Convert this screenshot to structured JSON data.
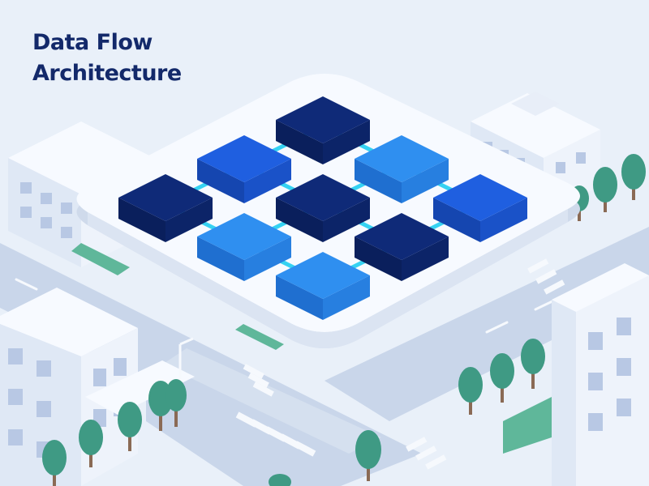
{
  "title": {
    "line1": "Data Flow",
    "line2": "Architecture"
  },
  "colors": {
    "background": "#e9f0f9",
    "road": "#c9d6ea",
    "platform": "#f7faff",
    "block_dark": "#0f2a78",
    "block_mid": "#1f5fe0",
    "block_light": "#2f8ff0",
    "connector": "#35d2f2",
    "tree": "#3f9a84",
    "title": "#13296a"
  },
  "grid": {
    "blocks": [
      {
        "row": 0,
        "col": 0,
        "tone": "dark"
      },
      {
        "row": 0,
        "col": 1,
        "tone": "light"
      },
      {
        "row": 0,
        "col": 2,
        "tone": "mid"
      },
      {
        "row": 1,
        "col": 0,
        "tone": "mid"
      },
      {
        "row": 1,
        "col": 1,
        "tone": "dark"
      },
      {
        "row": 1,
        "col": 2,
        "tone": "dark"
      },
      {
        "row": 2,
        "col": 0,
        "tone": "dark"
      },
      {
        "row": 2,
        "col": 1,
        "tone": "light"
      },
      {
        "row": 2,
        "col": 2,
        "tone": "light"
      }
    ]
  }
}
